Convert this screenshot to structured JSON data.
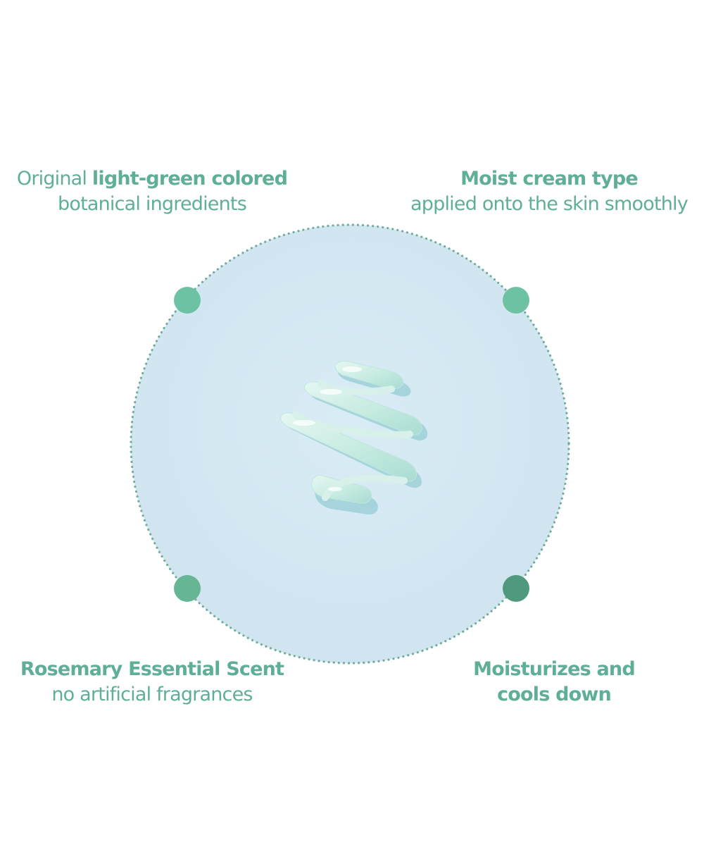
{
  "features": {
    "top_left": {
      "line1_prefix": "Original ",
      "line1_bold": "light-green colored",
      "line2": "botanical ingredients"
    },
    "top_right": {
      "line1_bold": "Moist cream type",
      "line2": "applied onto the skin smoothly"
    },
    "bottom_left": {
      "line1_bold": "Rosemary Essential Scent",
      "line2": "no artificial fragrances"
    },
    "bottom_right": {
      "line1_bold": "Moisturizes and",
      "line2_bold": "cools down"
    }
  },
  "colors": {
    "text_green": "#5fae97",
    "dot_light": "#6cc2a3",
    "dot_mid": "#66b595",
    "dot_dark": "#4f9a7d",
    "circle_fill": "#d4e8f3",
    "dotted_border": "#6fae9c",
    "cream": "#c9ece3"
  }
}
